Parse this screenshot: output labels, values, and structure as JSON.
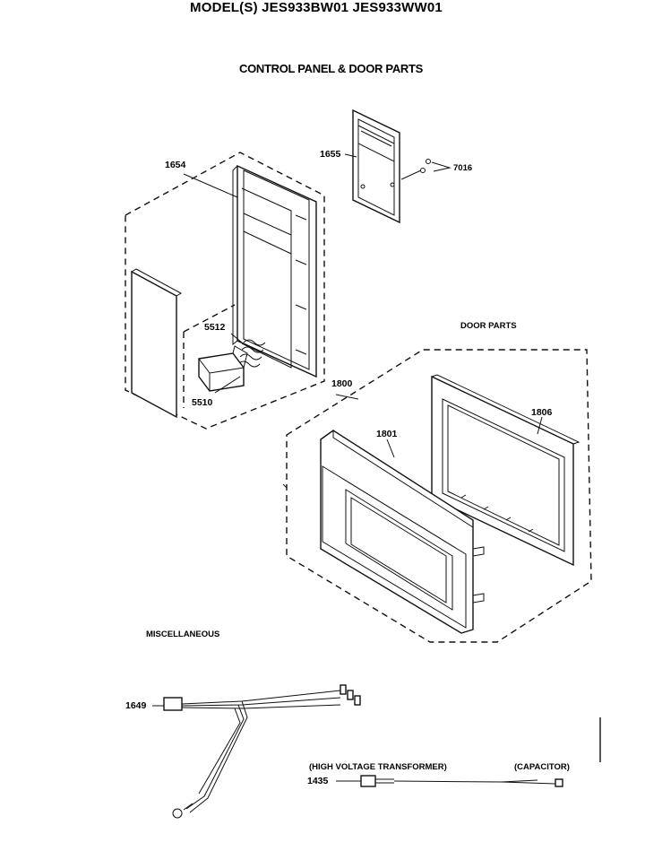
{
  "header": {
    "model_line": "MODEL(S) JES933BW01  JES933WW01",
    "section_title": "CONTROL PANEL & DOOR PARTS"
  },
  "sections": {
    "door_parts": "DOOR PARTS",
    "miscellaneous": "MISCELLANEOUS"
  },
  "part_labels": {
    "p1654": "1654",
    "p1655": "1655",
    "p7016": "7016",
    "p5512": "5512",
    "p5510": "5510",
    "p1800": "1800",
    "p1801": "1801",
    "p1806": "1806",
    "p1649": "1649",
    "p1435": "1435"
  },
  "wire_labels": {
    "high_voltage": "(HIGH VOLTAGE TRANSFORMER)",
    "capacitor": "(CAPACITOR)"
  }
}
